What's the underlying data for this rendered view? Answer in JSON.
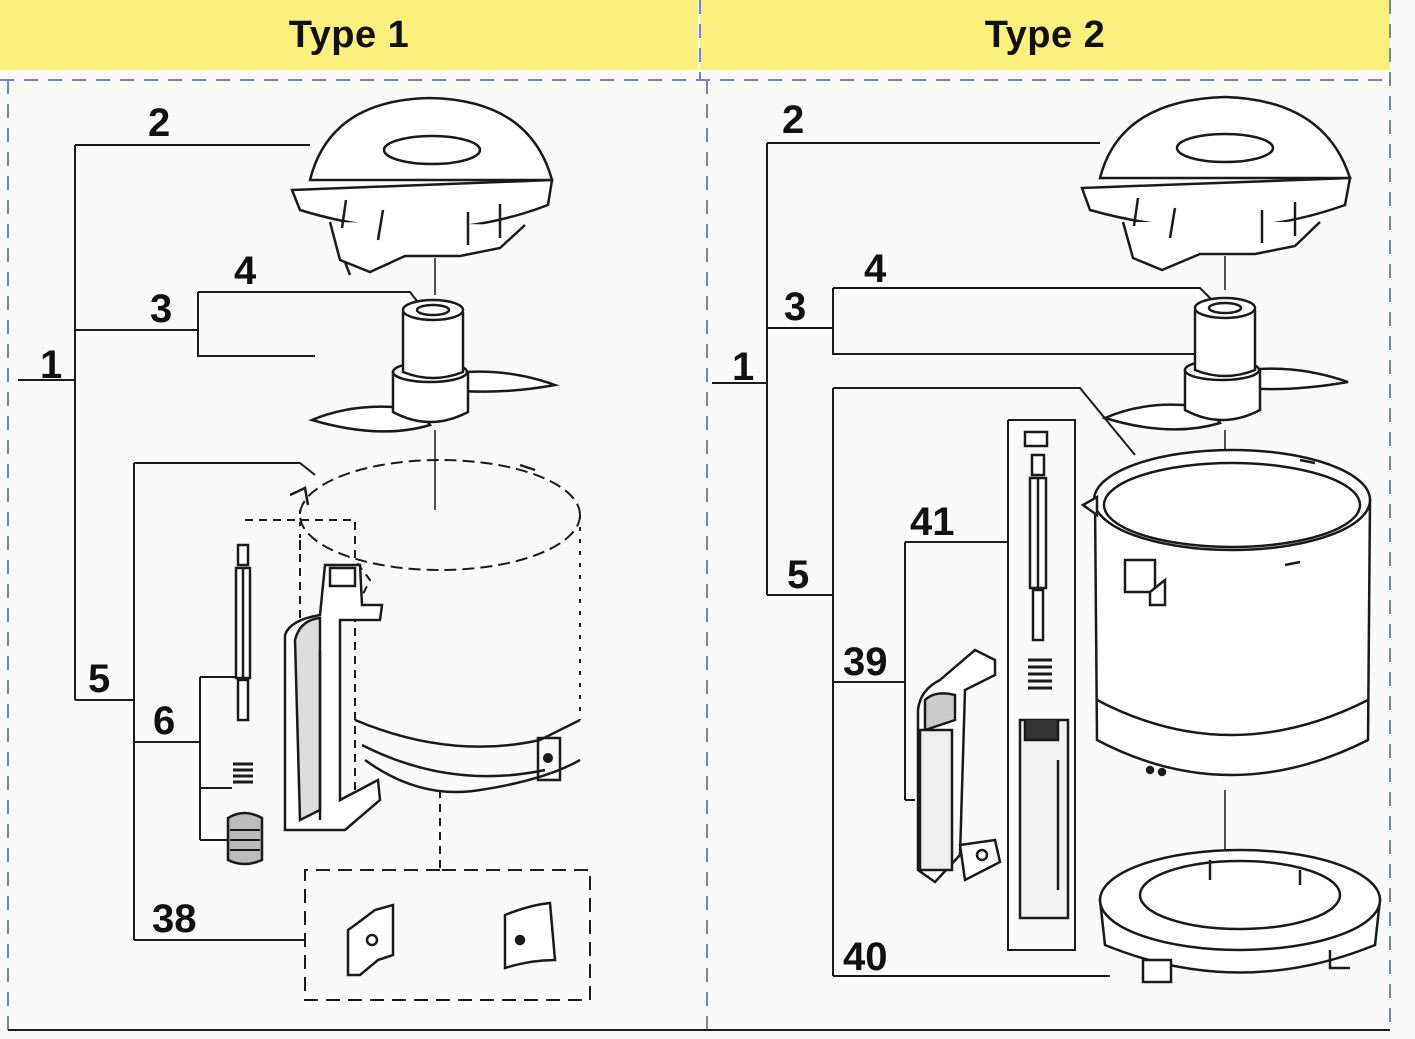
{
  "headers": {
    "type1": "Type 1",
    "type2": "Type 2"
  },
  "type1_labels": {
    "p1": "1",
    "p2": "2",
    "p3": "3",
    "p4": "4",
    "p5": "5",
    "p6": "6",
    "p38": "38"
  },
  "type2_labels": {
    "p1": "1",
    "p2": "2",
    "p3": "3",
    "p4": "4",
    "p5": "5",
    "p39": "39",
    "p40": "40",
    "p41": "41"
  },
  "colors": {
    "header_bg": "#faf07e",
    "line": "#1a1a1a",
    "border": "#6b86c7",
    "paper": "#fafafa"
  }
}
